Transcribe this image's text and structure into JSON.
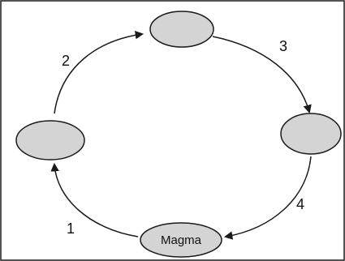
{
  "nodes": {
    "top": {
      "label": ""
    },
    "left": {
      "label": ""
    },
    "right": {
      "label": ""
    },
    "bottom": {
      "label": "Magma"
    }
  },
  "steps": {
    "step_1": "1",
    "step_2": "2",
    "step_3": "3",
    "step_4": "4"
  },
  "colors": {
    "node_fill": "#d4d4d4",
    "stroke": "#1a1a1a",
    "background": "#ffffff"
  }
}
